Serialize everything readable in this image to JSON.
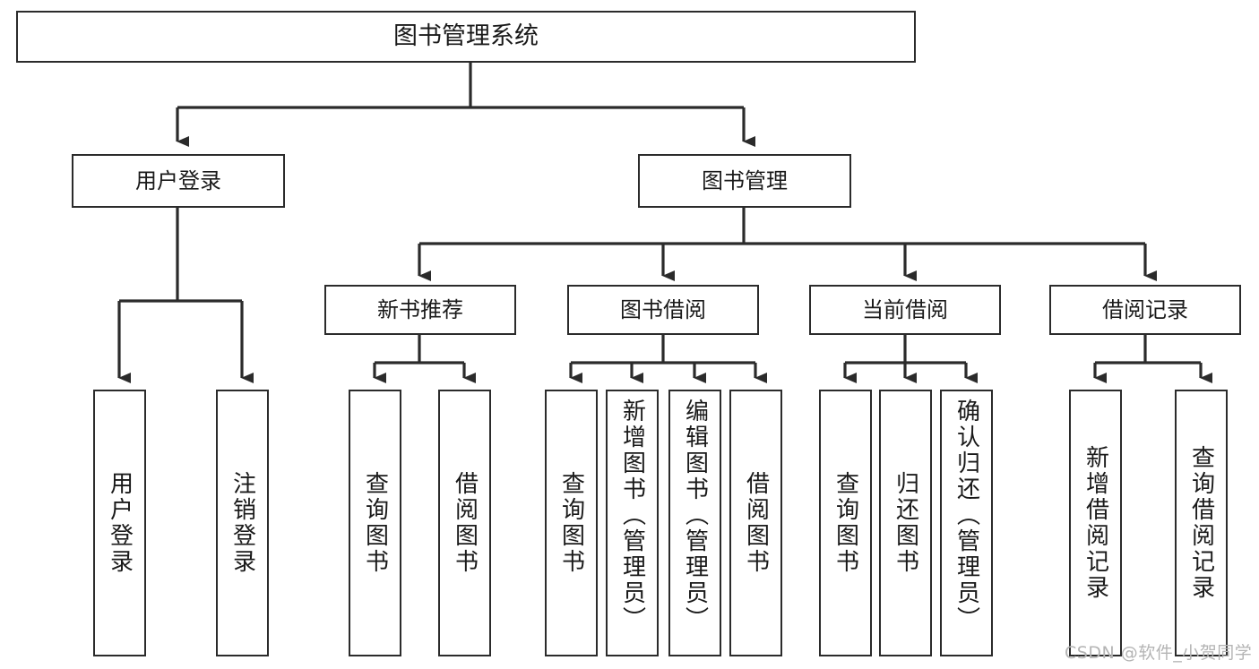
{
  "diagram": {
    "title": "图书管理系统",
    "type": "functional-decomposition-tree",
    "colors": {
      "border": "#2b2b2b",
      "background": "#ffffff",
      "text": "#1a1a1a",
      "watermark": "#b4b4b4"
    }
  },
  "root": {
    "label": "图书管理系统"
  },
  "level2": [
    {
      "label": "用户登录"
    },
    {
      "label": "图书管理"
    }
  ],
  "level3": [
    {
      "label": "新书推荐"
    },
    {
      "label": "图书借阅"
    },
    {
      "label": "当前借阅"
    },
    {
      "label": "借阅记录"
    }
  ],
  "leaves": {
    "user_login": [
      {
        "label": "用户登录"
      },
      {
        "label": "注销登录"
      }
    ],
    "new_book_recommend": [
      {
        "label": "查询图书"
      },
      {
        "label": "借阅图书"
      }
    ],
    "book_borrow": [
      {
        "label": "查询图书"
      },
      {
        "label": "新增图书（管理员）"
      },
      {
        "label": "编辑图书（管理员）"
      },
      {
        "label": "借阅图书"
      }
    ],
    "current_borrow": [
      {
        "label": "查询图书"
      },
      {
        "label": "归还图书"
      },
      {
        "label": "确认归还（管理员）"
      }
    ],
    "borrow_record": [
      {
        "label": "新增借阅记录"
      },
      {
        "label": "查询借阅记录"
      }
    ]
  },
  "watermark": {
    "text": "CSDN @软件_小贺同学"
  }
}
